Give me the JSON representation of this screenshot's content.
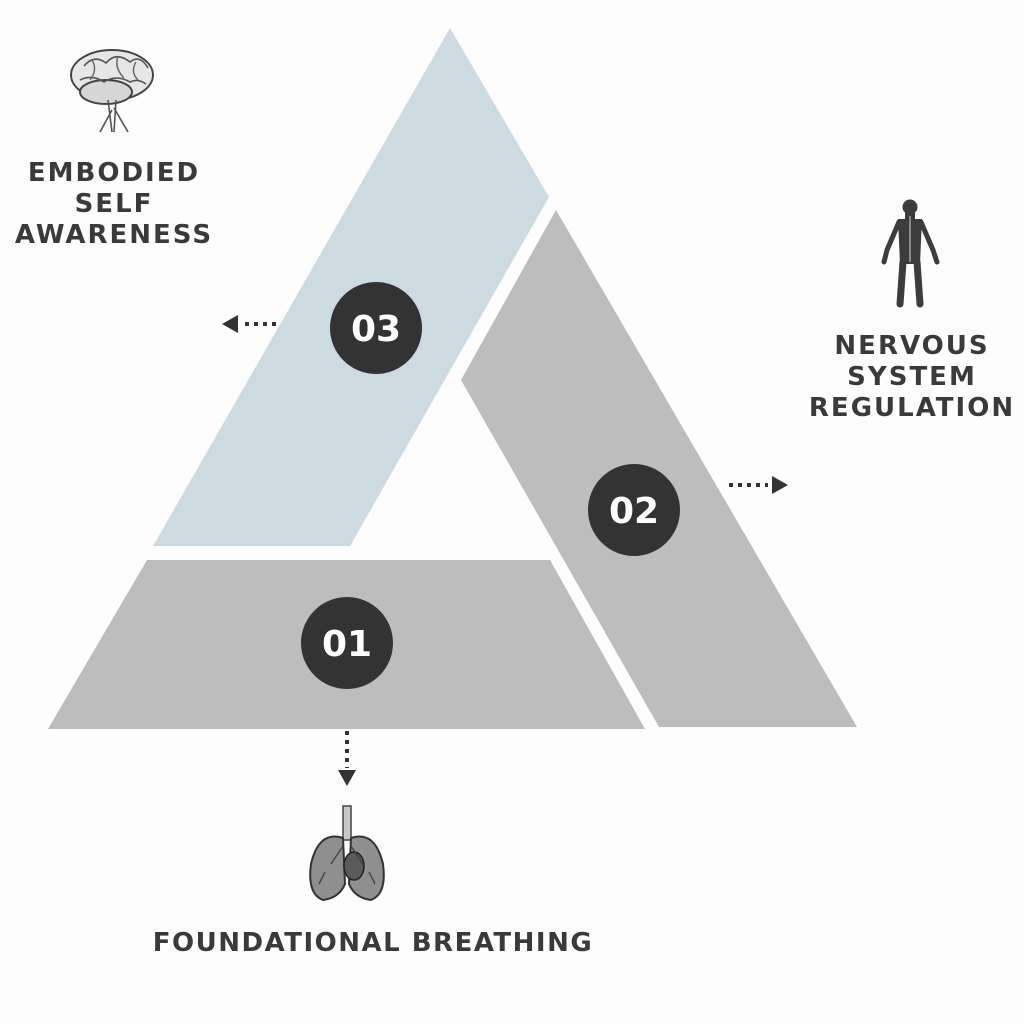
{
  "colors": {
    "background": "#fdfdfd",
    "segment_gray": "#bdbdbd",
    "segment_blue": "#cddae2",
    "badge": "#333333",
    "badge_text": "#ffffff",
    "text": "#3a3a3a"
  },
  "segments": [
    {
      "number": "01",
      "label_lines": [
        "FOUNDATIONAL BREATHING"
      ],
      "icon": "lungs-icon",
      "arrow_direction": "down"
    },
    {
      "number": "02",
      "label_lines": [
        "NERVOUS",
        "SYSTEM",
        "REGULATION"
      ],
      "icon": "human-nervous-system-icon",
      "arrow_direction": "right"
    },
    {
      "number": "03",
      "label_lines": [
        "EMBODIED",
        "SELF",
        "AWARENESS"
      ],
      "icon": "brain-icon",
      "arrow_direction": "left"
    }
  ]
}
